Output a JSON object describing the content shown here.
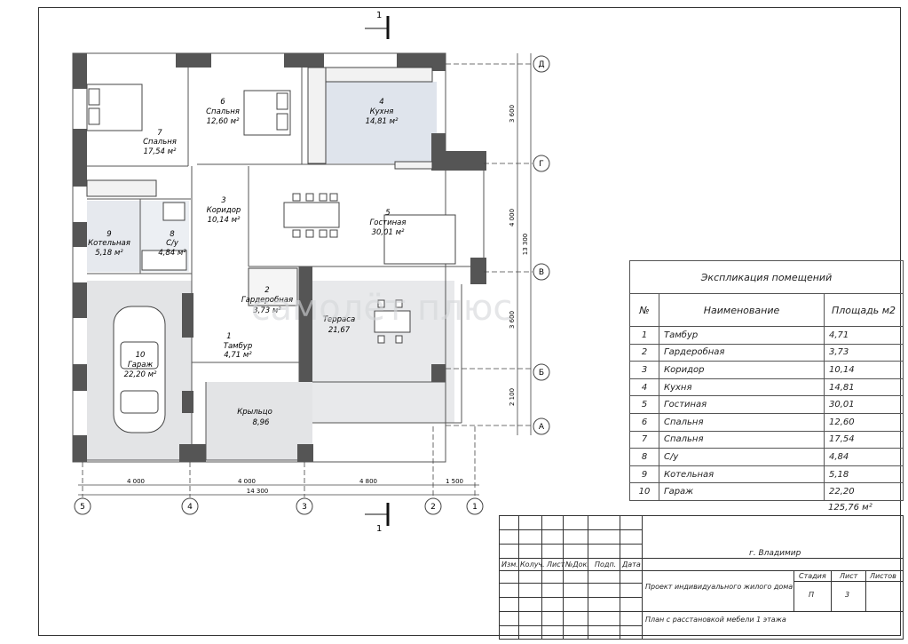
{
  "plan": {
    "axes_letters": [
      "Д",
      "Г",
      "В",
      "Б",
      "А"
    ],
    "axes_numbers": [
      "5",
      "4",
      "3",
      "2",
      "1"
    ],
    "section_mark": "1",
    "dims_bottom": [
      "4 000",
      "4 000",
      "4 800",
      "1 500"
    ],
    "dim_total_bottom": "14 300",
    "dims_right": [
      "3 600",
      "4 000",
      "3 600",
      "2 100"
    ],
    "dim_total_right": "13 300",
    "rooms": [
      {
        "num": "7",
        "name": "Спальня",
        "area": "17,54 м²"
      },
      {
        "num": "6",
        "name": "Спальня",
        "area": "12,60 м²"
      },
      {
        "num": "4",
        "name": "Кухня",
        "area": "14,81 м²"
      },
      {
        "num": "3",
        "name": "Коридор",
        "area": "10,14 м²"
      },
      {
        "num": "5",
        "name": "Гостиная",
        "area": "30,01 м²"
      },
      {
        "num": "9",
        "name": "Котельная",
        "area": "5,18 м²"
      },
      {
        "num": "8",
        "name": "С/у",
        "area": "4,84 м²"
      },
      {
        "num": "2",
        "name": "Гардеробная",
        "area": "3,73 м²"
      },
      {
        "num": "",
        "name": "Терраса",
        "area": "21,67"
      },
      {
        "num": "1",
        "name": "Тамбур",
        "area": "4,71 м²"
      },
      {
        "num": "10",
        "name": "Гараж",
        "area": "22,20 м²"
      },
      {
        "num": "",
        "name": "Крыльцо",
        "area": "8,96"
      }
    ],
    "watermark": "самолёт плюс"
  },
  "explication": {
    "title": "Экспликация помещений",
    "headers": [
      "№",
      "Наименование",
      "Площадь м2"
    ],
    "rows": [
      [
        "1",
        "Тамбур",
        "4,71"
      ],
      [
        "2",
        "Гардеробная",
        "3,73"
      ],
      [
        "3",
        "Коридор",
        "10,14"
      ],
      [
        "4",
        "Кухня",
        "14,81"
      ],
      [
        "5",
        "Гостиная",
        "30,01"
      ],
      [
        "6",
        "Спальня",
        "12,60"
      ],
      [
        "7",
        "Спальня",
        "17,54"
      ],
      [
        "8",
        "С/у",
        "4,84"
      ],
      [
        "9",
        "Котельная",
        "5,18"
      ],
      [
        "10",
        "Гараж",
        "22,20"
      ]
    ],
    "total": "125,76 м²"
  },
  "stamp": {
    "city": "г. Владимир",
    "cols": [
      "Изм.",
      "Колуч.",
      "Лист",
      "№Док.",
      "Подп.",
      "Дата"
    ],
    "project": "Проект индивидуального жилого дома",
    "stage_h": "Стадия",
    "sheet_h": "Лист",
    "sheets_h": "Листов",
    "stage": "П",
    "sheet": "3",
    "drawing": "План с расстановкой мебели 1 этажа"
  }
}
